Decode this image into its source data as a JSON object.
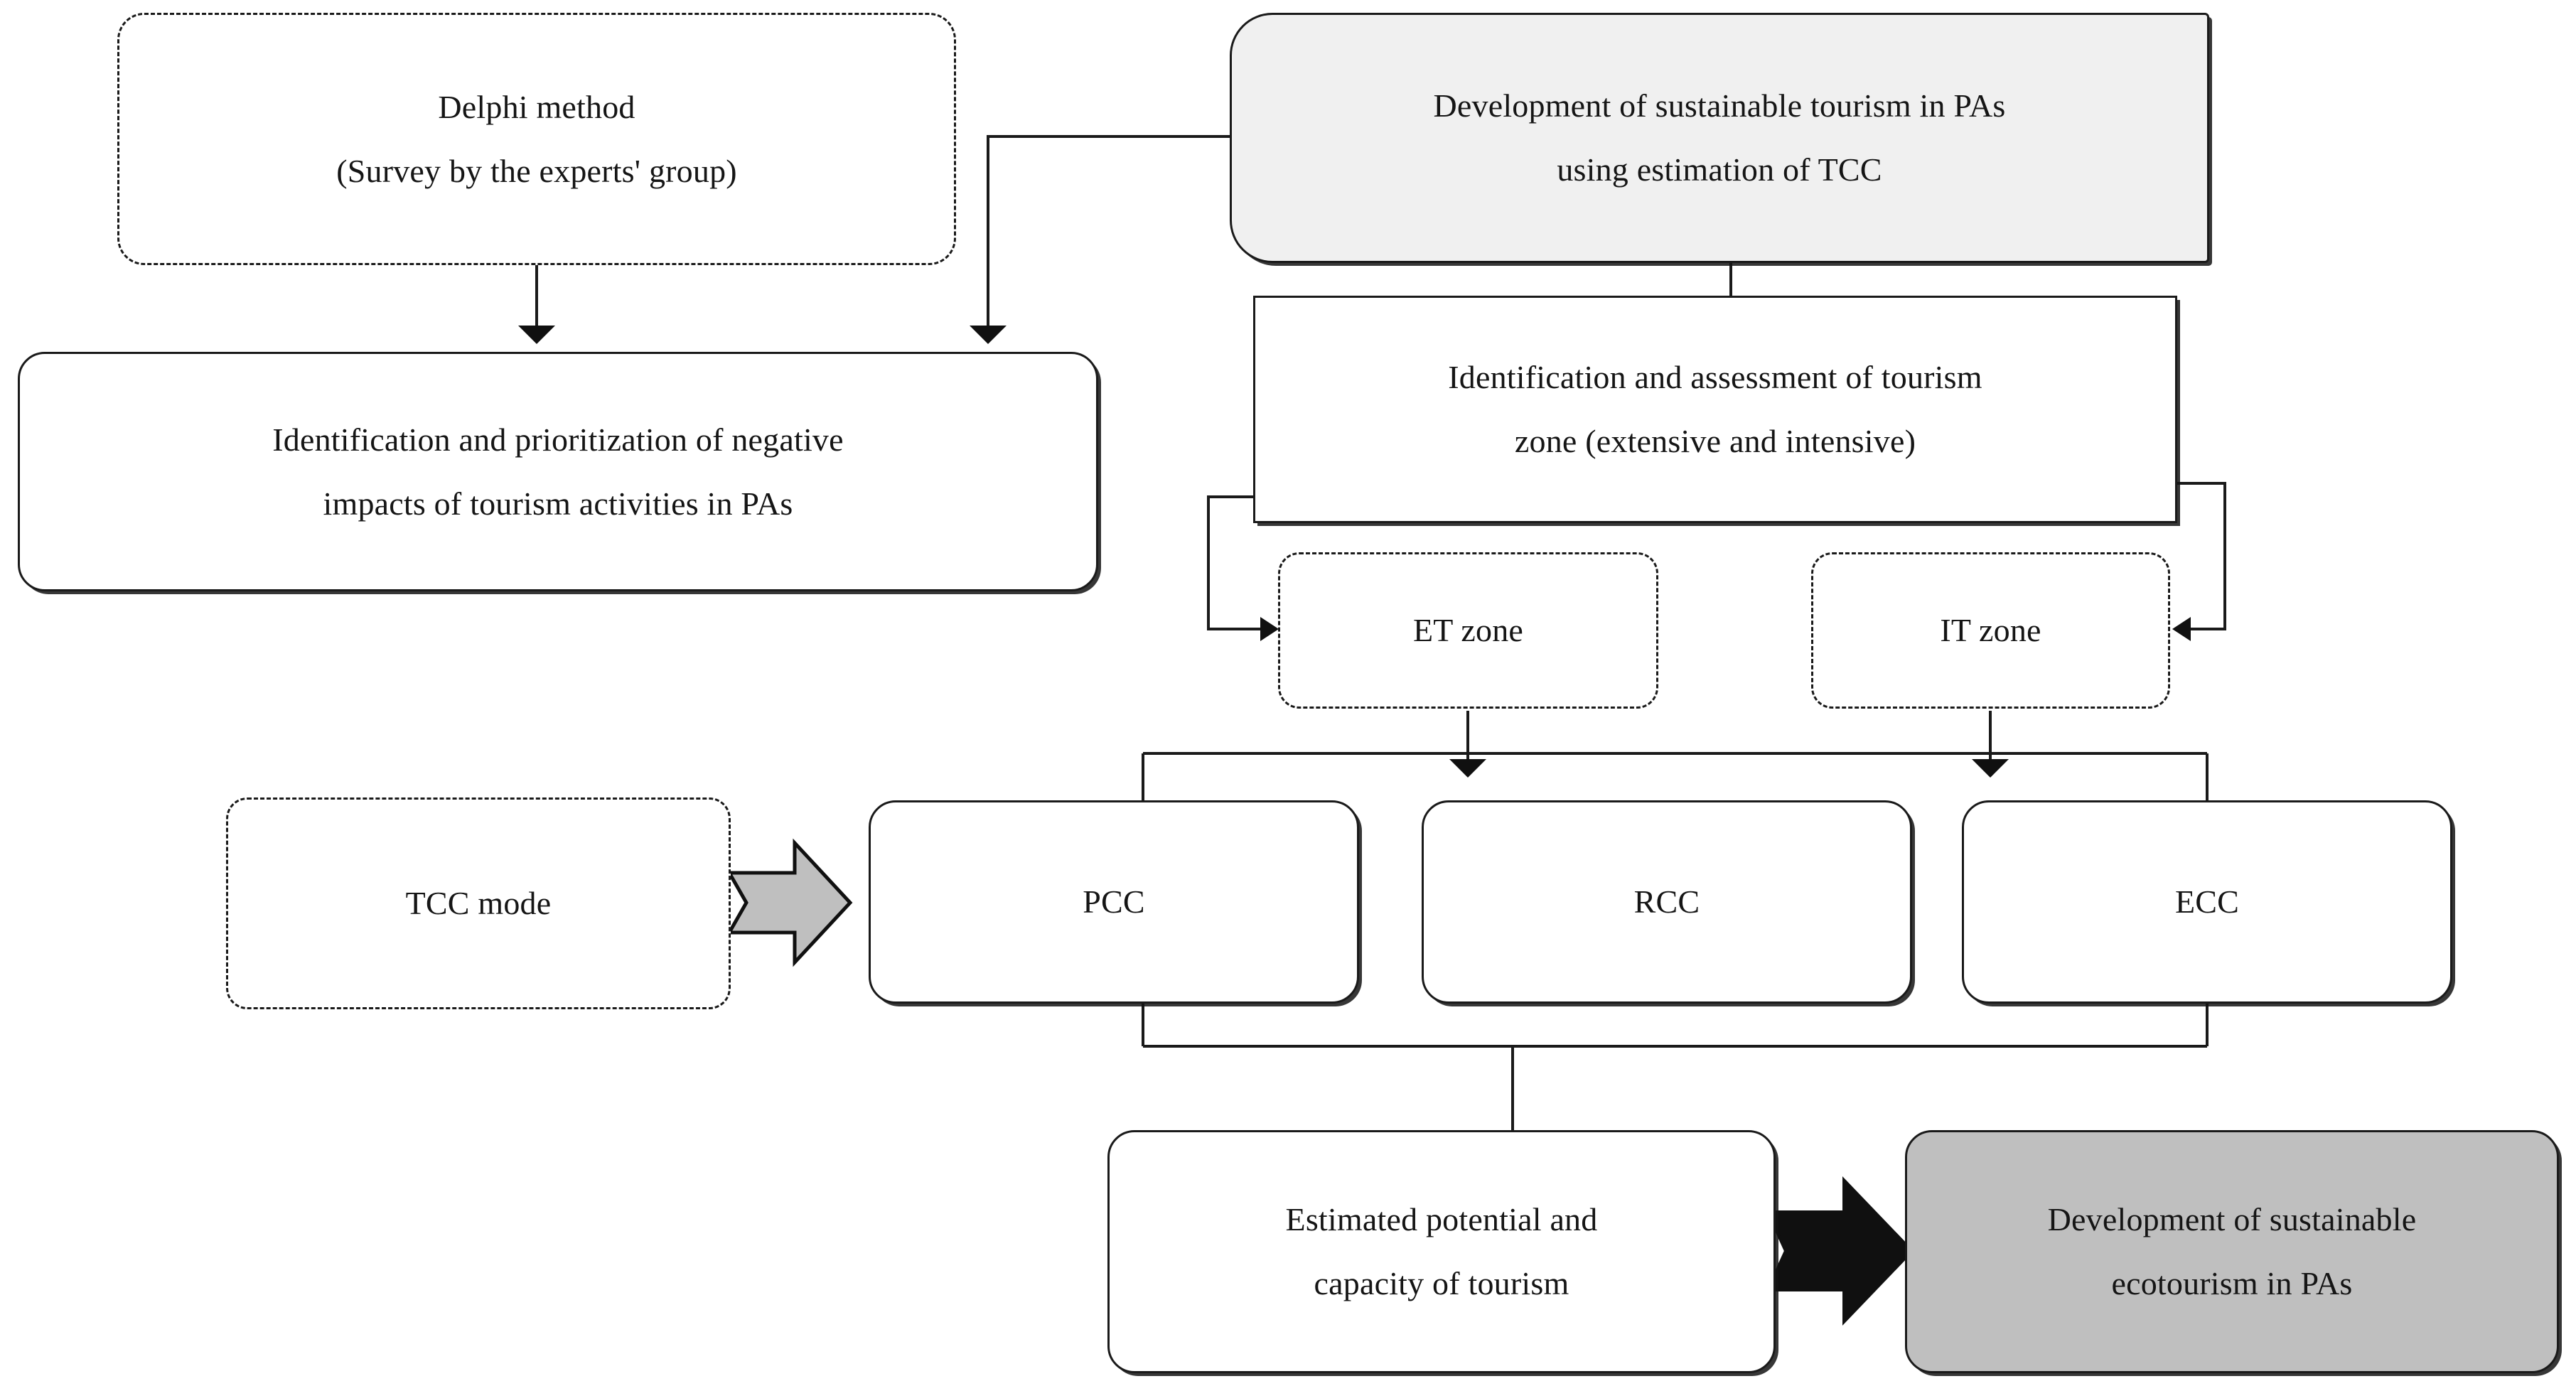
{
  "diagram": {
    "title_semantic": "framework-for-sustainable-tourism-development-using-tcc",
    "colors": {
      "stroke": "#1a1a1a",
      "background": "#ffffff",
      "header_fill": "#f0f0f0",
      "result_fill": "#bfbfbf",
      "block_arrow_gray": "#bfbfbf",
      "block_arrow_black": "#101010"
    },
    "nodes": [
      {
        "id": "delphi-method",
        "lines": [
          "Delphi method",
          "(Survey by the experts' group)"
        ],
        "shape": "rounded-rect",
        "border": "dash-dot",
        "fill": "#ffffff"
      },
      {
        "id": "development-sustainable-tourism",
        "lines": [
          "Development of sustainable tourism in PAs",
          "using estimation of TCC"
        ],
        "shape": "rounded-left-rect",
        "border": "solid",
        "fill": "#f0f0f0"
      },
      {
        "id": "identification-prioritization-impacts",
        "lines": [
          "Identification and prioritization of negative",
          "impacts of tourism activities in PAs"
        ],
        "shape": "rounded-rect",
        "border": "solid",
        "fill": "#ffffff"
      },
      {
        "id": "identification-assessment-zone",
        "lines": [
          "Identification and assessment of tourism",
          "zone (extensive and intensive)"
        ],
        "shape": "rect",
        "border": "solid",
        "fill": "#ffffff"
      },
      {
        "id": "et-zone",
        "lines": [
          "ET zone"
        ],
        "shape": "rounded-rect",
        "border": "dash-dot",
        "fill": "#ffffff"
      },
      {
        "id": "it-zone",
        "lines": [
          "IT zone"
        ],
        "shape": "rounded-rect",
        "border": "dash-dot",
        "fill": "#ffffff"
      },
      {
        "id": "tcc-mode",
        "lines": [
          "TCC mode"
        ],
        "shape": "rounded-rect",
        "border": "dash-dot",
        "fill": "#ffffff"
      },
      {
        "id": "pcc",
        "lines": [
          "PCC"
        ],
        "shape": "rounded-rect",
        "border": "solid",
        "fill": "#ffffff"
      },
      {
        "id": "rcc",
        "lines": [
          "RCC"
        ],
        "shape": "rounded-rect",
        "border": "solid",
        "fill": "#ffffff"
      },
      {
        "id": "ecc",
        "lines": [
          "ECC"
        ],
        "shape": "rounded-rect",
        "border": "solid",
        "fill": "#ffffff"
      },
      {
        "id": "estimated-potential-capacity",
        "lines": [
          "Estimated potential and",
          "capacity of tourism"
        ],
        "shape": "rounded-rect",
        "border": "solid",
        "fill": "#ffffff"
      },
      {
        "id": "development-sustainable-ecotourism",
        "lines": [
          "Development of sustainable",
          "ecotourism in PAs"
        ],
        "shape": "rounded-rect",
        "border": "solid",
        "fill": "#bfbfbf"
      }
    ],
    "connectors": [
      {
        "from": "delphi-method",
        "to": "identification-prioritization-impacts",
        "style": "arrow-down"
      },
      {
        "from": "development-sustainable-tourism",
        "to": "identification-prioritization-impacts",
        "style": "elbow-arrow"
      },
      {
        "from": "development-sustainable-tourism",
        "to": "identification-assessment-zone",
        "style": "line-down"
      },
      {
        "from": "identification-assessment-zone",
        "to": "et-zone",
        "style": "elbow-arrow-left"
      },
      {
        "from": "identification-assessment-zone",
        "to": "it-zone",
        "style": "elbow-arrow-right"
      },
      {
        "from": "et-zone",
        "to": "cc-bracket",
        "style": "arrow-down"
      },
      {
        "from": "it-zone",
        "to": "cc-bracket",
        "style": "arrow-down"
      },
      {
        "from": "tcc-mode",
        "to": "pcc",
        "style": "block-arrow-gray"
      },
      {
        "from": "cc-group",
        "to": "estimated-potential-capacity",
        "style": "arrow-down"
      },
      {
        "from": "estimated-potential-capacity",
        "to": "development-sustainable-ecotourism",
        "style": "block-arrow-black"
      }
    ],
    "labels": {
      "delphi_line1": "Delphi method",
      "delphi_line2": "(Survey by the experts' group)",
      "dev_tourism_line1": "Development of sustainable tourism in PAs",
      "dev_tourism_line2": "using estimation of TCC",
      "impacts_line1": "Identification and prioritization of negative",
      "impacts_line2": "impacts of tourism activities in PAs",
      "zone_line1": "Identification and assessment of tourism",
      "zone_line2": "zone (extensive and intensive)",
      "et_zone": "ET zone",
      "it_zone": "IT zone",
      "tcc_mode": "TCC mode",
      "pcc": "PCC",
      "rcc": "RCC",
      "ecc": "ECC",
      "estimated_line1": "Estimated potential and",
      "estimated_line2": "capacity of tourism",
      "ecotourism_line1": "Development of sustainable",
      "ecotourism_line2": "ecotourism in PAs"
    }
  }
}
